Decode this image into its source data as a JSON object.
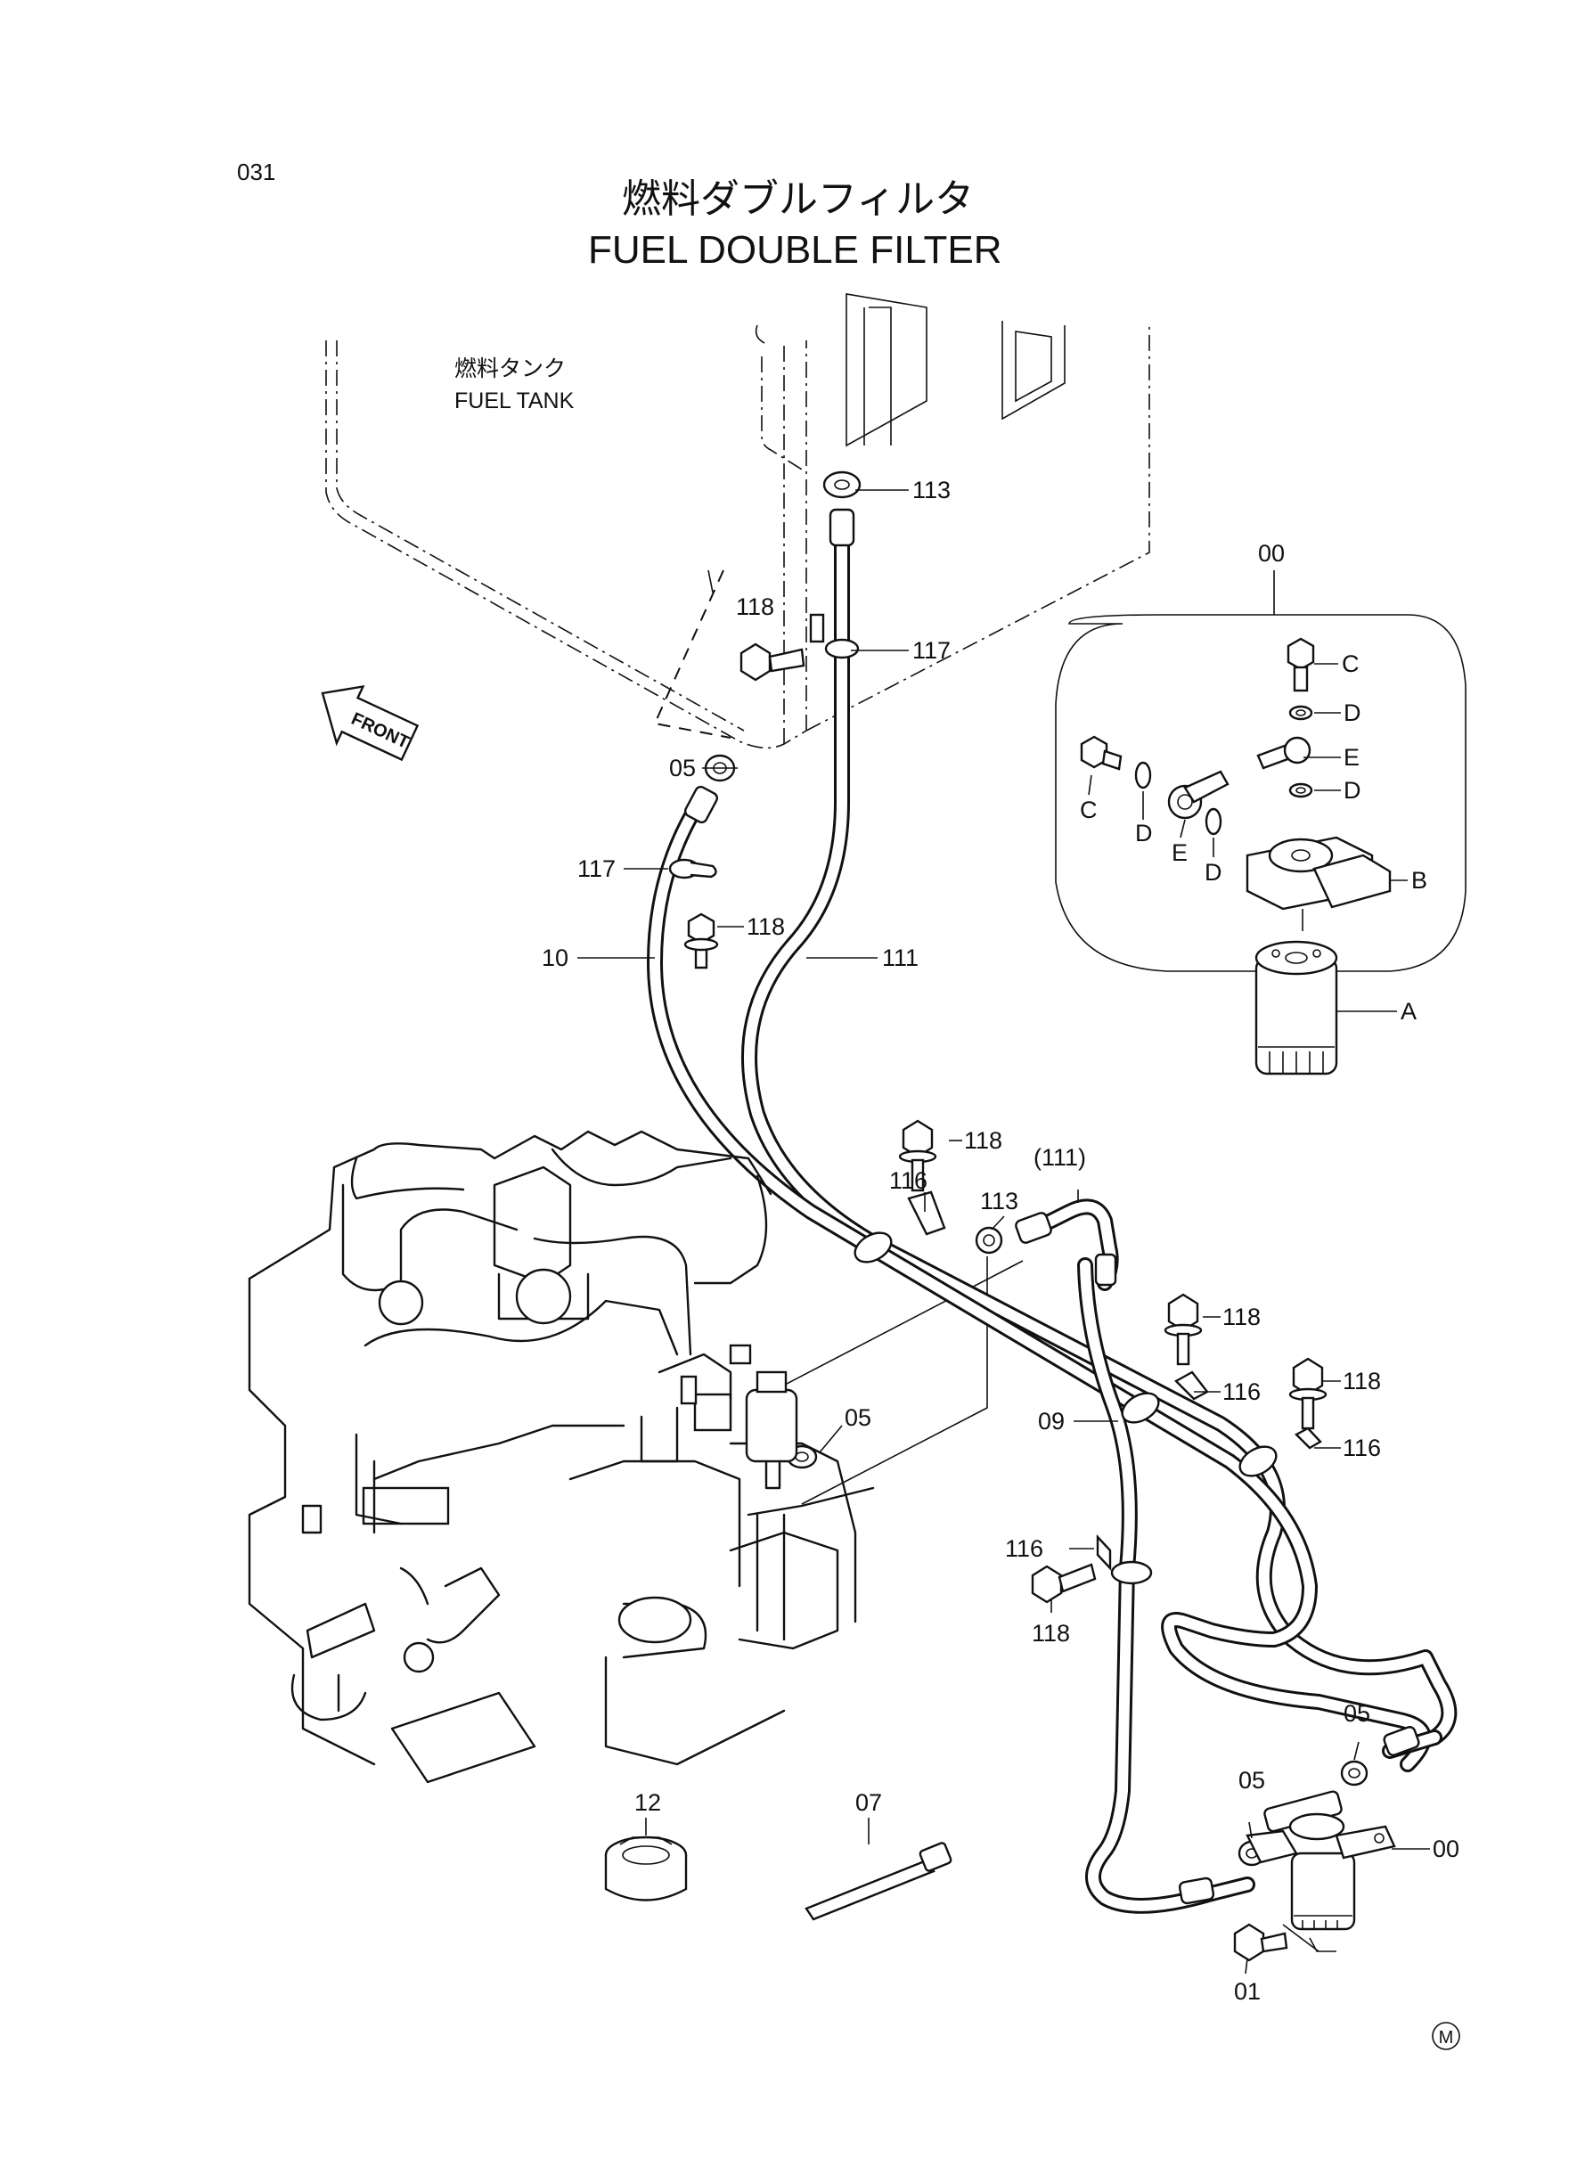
{
  "page_code": "031",
  "title_jp": "燃料ダブルフィルタ",
  "title_en": "FUEL DOUBLE FILTER",
  "fuel_tank_jp": "燃料タンク",
  "fuel_tank_en": "FUEL TANK",
  "front_label": "FRONT",
  "callouts": {
    "c113_top": "113",
    "c118_tank": "118",
    "c117_right": "117",
    "c05_top": "05",
    "c117_left": "117",
    "c118_mid": "118",
    "c10": "10",
    "c111": "111",
    "c00_top": "00",
    "c118_clamp1": "118",
    "c116_1": "116",
    "c111_paren": "(111)",
    "c113_mid": "113",
    "c05_engine": "05",
    "c09": "09",
    "c118_r1": "118",
    "c116_r1": "116",
    "c118_r2": "118",
    "c116_r2": "116",
    "c116_low": "116",
    "c118_low": "118",
    "c05_r1": "05",
    "c05_r2": "05",
    "c00_bottom": "00",
    "c01": "01",
    "c12": "12",
    "c07": "07"
  },
  "detail_labels": {
    "C_right": "C",
    "D_1": "D",
    "E_right": "E",
    "D_2": "D",
    "B": "B",
    "A": "A",
    "C_left": "C",
    "D_left": "D",
    "E_left": "E",
    "D_left2": "D"
  },
  "mark": "M"
}
